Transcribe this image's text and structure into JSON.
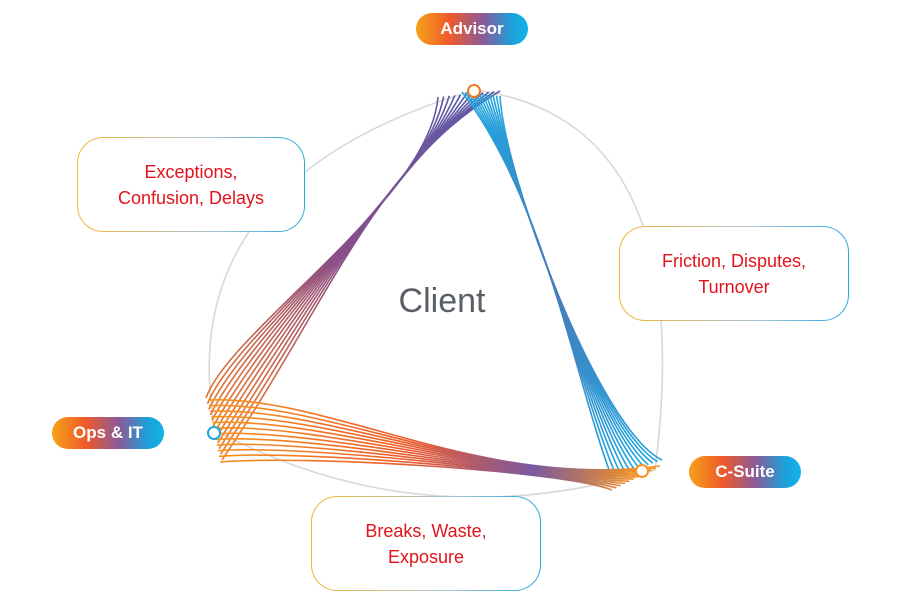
{
  "center_label": "Client",
  "nodes": [
    {
      "id": "advisor",
      "label": "Advisor"
    },
    {
      "id": "ops",
      "label": "Ops & IT"
    },
    {
      "id": "csuite",
      "label": "C-Suite"
    }
  ],
  "callouts": [
    {
      "id": "advisor-ops",
      "lines": [
        "Exceptions,",
        "Confusion, Delays"
      ]
    },
    {
      "id": "advisor-csuite",
      "lines": [
        "Friction, Disputes,",
        "Turnover"
      ]
    },
    {
      "id": "ops-csuite",
      "lines": [
        "Breaks, Waste,",
        "Exposure"
      ]
    }
  ],
  "colors": {
    "ribbon_warm": "#f7a11a",
    "ribbon_mid": "#ef5a2a",
    "ribbon_purple": "#7a5aa0",
    "ribbon_cool": "#1ea7e1",
    "callout_text": "#e3121b",
    "circle_stroke": "#d9d9d9"
  }
}
